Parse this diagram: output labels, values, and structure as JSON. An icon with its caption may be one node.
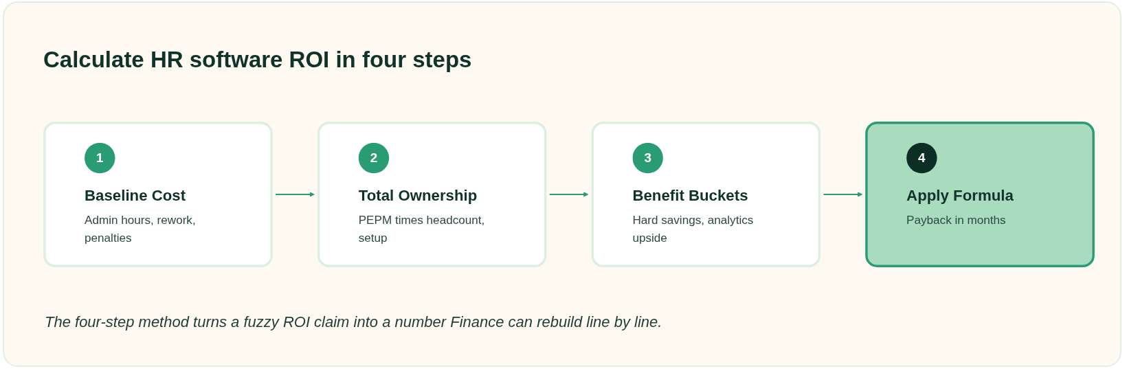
{
  "diagram": {
    "title": "Calculate HR software ROI in four steps",
    "nodes": [
      {
        "text": [
          "1",
          "Baseline Cost",
          "Admin hours, rework, penalties"
        ]
      },
      {
        "text": [
          "2",
          "Total Ownership",
          "PEPM times headcount, setup"
        ]
      },
      {
        "text": [
          "3",
          "Benefit Buckets",
          "Hard savings, analytics upside"
        ]
      },
      {
        "text": [
          "4",
          "Apply Formula",
          "Payback in months"
        ]
      }
    ],
    "edges": [
      {
        "from": 0,
        "to": 1,
        "arrow": "to"
      },
      {
        "from": 1,
        "to": 2,
        "arrow": "to"
      },
      {
        "from": 2,
        "to": 3,
        "arrow": "to"
      }
    ],
    "caption": "The four-step method turns a fuzzy ROI claim into a number Finance can rebuild line by line."
  }
}
